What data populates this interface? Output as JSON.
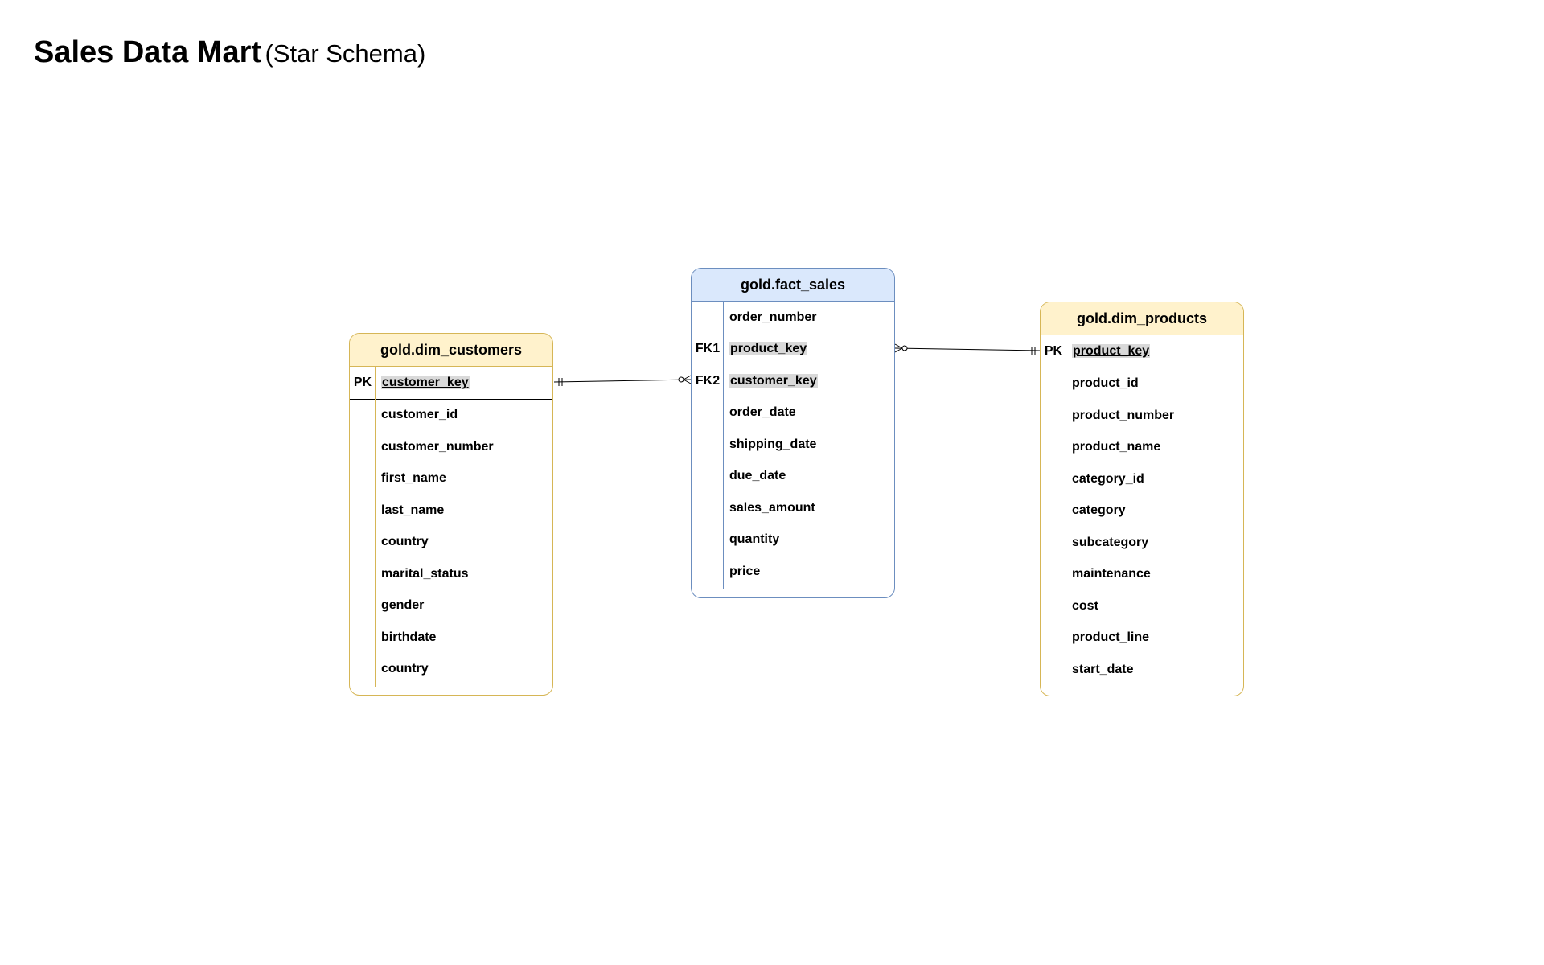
{
  "title": {
    "main": "Sales Data Mart",
    "sub": "(Star Schema)"
  },
  "colors": {
    "dimension_border": "#d6b656",
    "dimension_header": "#fff2cc",
    "fact_border": "#6c8ebf",
    "fact_header": "#dae8fc",
    "key_highlight": "#d9d9d9"
  },
  "tables": {
    "dim_customers": {
      "name": "gold.dim_customers",
      "pk": {
        "key": "PK",
        "column": "customer_key"
      },
      "columns": [
        "customer_id",
        "customer_number",
        "first_name",
        "last_name",
        "country",
        "marital_status",
        "gender",
        "birthdate",
        "country"
      ]
    },
    "fact_sales": {
      "name": "gold.fact_sales",
      "columns": [
        {
          "key": "",
          "column": "order_number"
        },
        {
          "key": "FK1",
          "column": "product_key"
        },
        {
          "key": "FK2",
          "column": "customer_key"
        },
        {
          "key": "",
          "column": "order_date"
        },
        {
          "key": "",
          "column": "shipping_date"
        },
        {
          "key": "",
          "column": "due_date"
        },
        {
          "key": "",
          "column": "sales_amount"
        },
        {
          "key": "",
          "column": "quantity"
        },
        {
          "key": "",
          "column": "price"
        }
      ]
    },
    "dim_products": {
      "name": "gold.dim_products",
      "pk": {
        "key": "PK",
        "column": "product_key"
      },
      "columns": [
        "product_id",
        "product_number",
        "product_name",
        "category_id",
        "category",
        "subcategory",
        "maintenance",
        "cost",
        "product_line",
        "start_date"
      ]
    }
  },
  "relationships": [
    {
      "from": "dim_customers.customer_key",
      "to": "fact_sales.customer_key",
      "from_cardinality": "exactly-one",
      "to_cardinality": "zero-or-many"
    },
    {
      "from": "dim_products.product_key",
      "to": "fact_sales.product_key",
      "from_cardinality": "exactly-one",
      "to_cardinality": "zero-or-many"
    }
  ]
}
